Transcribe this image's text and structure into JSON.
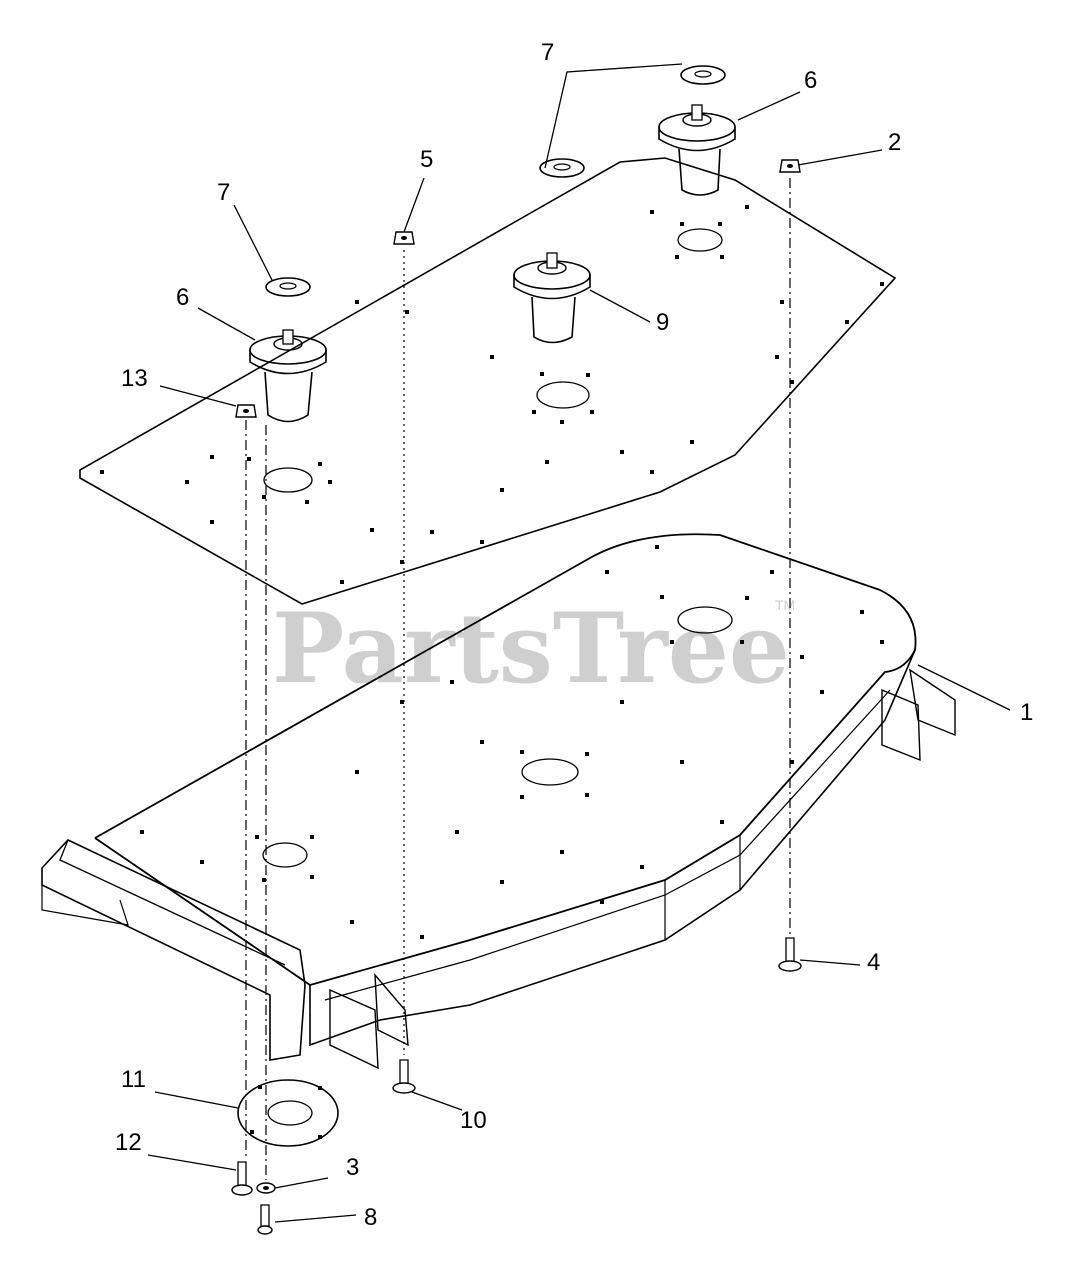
{
  "watermark": {
    "text": "PartsTree",
    "trademark": "TM"
  },
  "callouts": [
    {
      "id": "c1",
      "number": "1"
    },
    {
      "id": "c2",
      "number": "2"
    },
    {
      "id": "c3",
      "number": "3"
    },
    {
      "id": "c4",
      "number": "4"
    },
    {
      "id": "c5",
      "number": "5"
    },
    {
      "id": "c6a",
      "number": "6"
    },
    {
      "id": "c6b",
      "number": "6"
    },
    {
      "id": "c7a",
      "number": "7"
    },
    {
      "id": "c7b",
      "number": "7"
    },
    {
      "id": "c8",
      "number": "8"
    },
    {
      "id": "c9",
      "number": "9"
    },
    {
      "id": "c10",
      "number": "10"
    },
    {
      "id": "c11",
      "number": "11"
    },
    {
      "id": "c12",
      "number": "12"
    },
    {
      "id": "c13",
      "number": "13"
    }
  ]
}
